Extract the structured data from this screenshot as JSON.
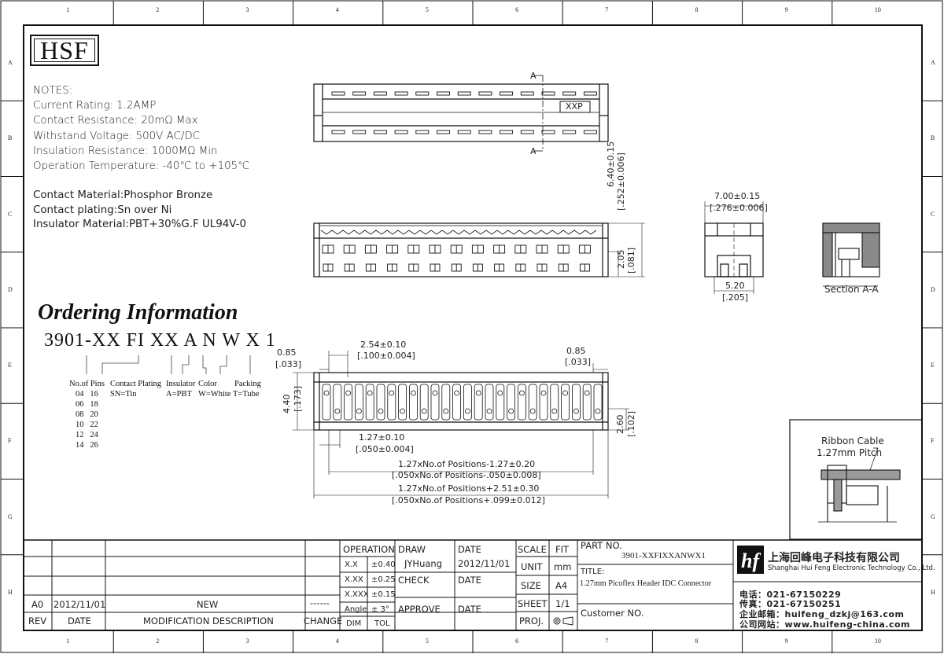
{
  "logo": {
    "text": "HSF"
  },
  "notes": {
    "heading": "NOTES:",
    "lines": [
      "Current Rating: 1.2AMP",
      "Contact Resistance: 20mΩ Max",
      "Withstand Voltage: 500V AC/DC",
      "Insulation Resistance: 1000MΩ Min",
      "Operation Temperature: -40℃ to +105℃"
    ]
  },
  "materials": [
    "Contact Material:Phosphor Bronze",
    "Contact plating:Sn over Ni",
    "Insulator Material:PBT+30%G.F UL94V-0"
  ],
  "ordering": {
    "title": "Ordering Information",
    "code": "3901-XX FI XX A N W X 1",
    "pins_label": "No.of Pins",
    "pins": [
      [
        "04",
        "16"
      ],
      [
        "06",
        "18"
      ],
      [
        "08",
        "20"
      ],
      [
        "10",
        "22"
      ],
      [
        "12",
        "24"
      ],
      [
        "14",
        "26"
      ]
    ],
    "plating_label": "Contact Plating",
    "plating_value": "SN=Tin",
    "insulator_label": "Insulator",
    "insulator_value": "A=PBT",
    "color_label": "Color",
    "color_value": "W=White",
    "packing_label": "Packing",
    "packing_value": "T=Tube"
  },
  "drawing": {
    "marker_a": "A",
    "xxp": "XXP",
    "height_mm": "6.40±0.15",
    "height_in": "[.252±0.006]",
    "width_mm": "7.00±0.15",
    "width_in": "[.276±0.006]",
    "side_mm": "2.05",
    "side_in": "[.081]",
    "bottom_mm": "5.20",
    "bottom_in": "[.205]",
    "section": "Section A-A",
    "d085_mm": "0.85",
    "d085_in": "[.033]",
    "pitch_mm": "2.54±0.10",
    "pitch_in": "[.100±0.004]",
    "d085r_mm": "0.85",
    "d085r_in": "[.033]",
    "h440_mm": "4.40",
    "h440_in": "[.173]",
    "h260_mm": "2.60",
    "h260_in": "[.102]",
    "p127_mm": "1.27±0.10",
    "p127_in": "[.050±0.004]",
    "len1_mm": "1.27xNo.of Positions-1.27±0.20",
    "len1_in": "[.050xNo.of Positions-.050±0.008]",
    "len2_mm": "1.27xNo.of Positions+2.51±0.30",
    "len2_in": "[.050xNo.of Positions+.099±0.012]",
    "ribbon_label": "Ribbon Cable",
    "ribbon_pitch": "1.27mm Pitch"
  },
  "ruler": {
    "cols": [
      "1",
      "2",
      "3",
      "4",
      "5",
      "6",
      "7",
      "8",
      "9",
      "10"
    ],
    "rows": [
      "A",
      "B",
      "C",
      "D",
      "E",
      "F",
      "G",
      "H"
    ]
  },
  "title_block": {
    "rev_value": "A0",
    "date_value": "2012/11/01",
    "desc_value": "NEW",
    "change_value": "------",
    "rev_label": "REV",
    "date_label": "DATE",
    "desc_label": "MODIFICATION DESCRIPTION",
    "change_label": "CHANGE",
    "operation_label": "OPERATION",
    "tol_rows": [
      [
        "X.X",
        "±0.40"
      ],
      [
        "X.XX",
        "±0.25"
      ],
      [
        "X.XXX",
        "±0.15"
      ],
      [
        "Angle",
        "± 3°"
      ]
    ],
    "dim_label": "DIM",
    "tol_label": "TOL",
    "draw_label": "DRAW",
    "draw_value": "JYHuang",
    "draw_date_label": "DATE",
    "draw_date_value": "2012/11/01",
    "check_label": "CHECK",
    "check_date_label": "DATE",
    "approve_label": "APPROVE",
    "approve_date_label": "DATE",
    "scale_label": "SCALE",
    "scale_value": "FIT",
    "unit_label": "UNIT",
    "unit_value": "mm",
    "size_label": "SIZE",
    "size_value": "A4",
    "sheet_label": "SHEET",
    "sheet_value": "1/1",
    "proj_label": "PROJ.",
    "part_no_label": "PART NO.",
    "part_no_value": "3901-XXFIXXANWX1",
    "title_label": "TITLE:",
    "title_value": "1.27mm Picoflex Header IDC Connector",
    "customer_label": "Customer NO.",
    "company_cn": "上海回峰电子科技有限公司",
    "company_en": "Shanghai Hui Feng Electronic Technology Co., Ltd.",
    "phone": "电话：021-67150229",
    "fax": "传真：021-67150251",
    "email": "企业邮箱：huifeng_dzkj@163.com",
    "website": "公司网站：www.huifeng-china.com"
  }
}
